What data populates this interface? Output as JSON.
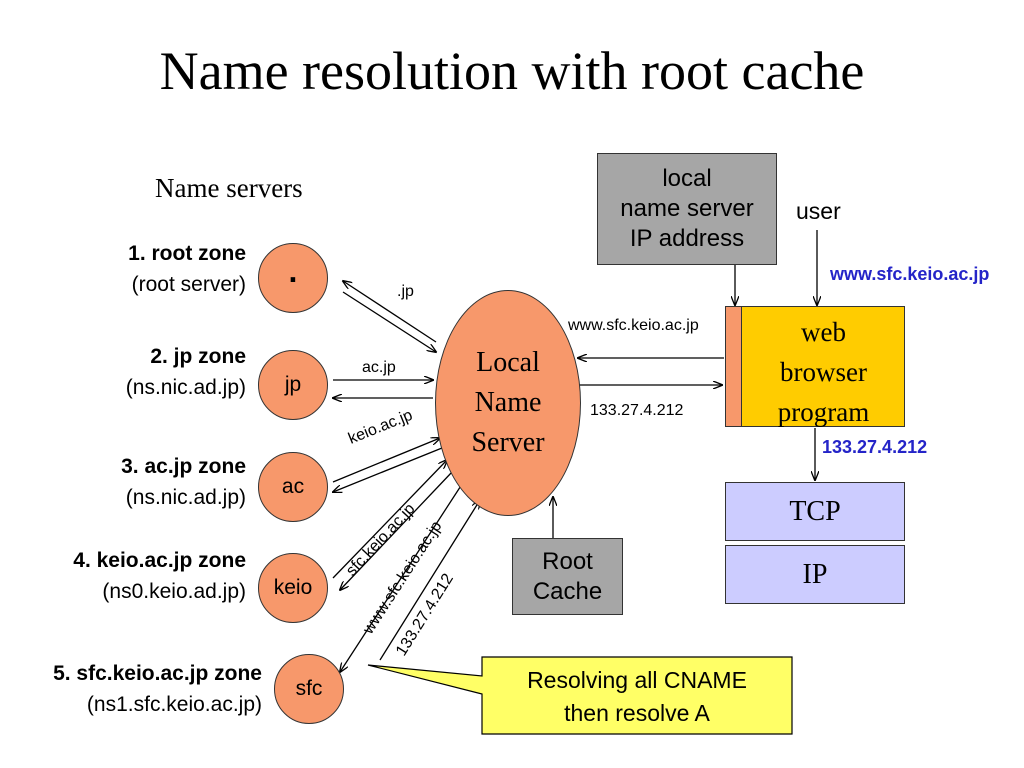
{
  "title": "Name resolution with root cache",
  "name_servers_heading": "Name servers",
  "zones": [
    {
      "title": "1. root zone",
      "server": "(root server)",
      "node": "."
    },
    {
      "title": "2. jp zone",
      "server": "(ns.nic.ad.jp)",
      "node": "jp"
    },
    {
      "title": "3. ac.jp zone",
      "server": "(ns.nic.ad.jp)",
      "node": "ac"
    },
    {
      "title": "4. keio.ac.jp zone",
      "server": "(ns0.keio.ad.jp)",
      "node": "keio"
    },
    {
      "title": "5. sfc.keio.ac.jp zone",
      "server": "(ns1.sfc.keio.ac.jp)",
      "node": "sfc"
    }
  ],
  "local_name_server": {
    "line1": "Local",
    "line2": "Name",
    "line3": "Server"
  },
  "local_ns_box": {
    "line1": "local",
    "line2": "name server",
    "line3": "IP address"
  },
  "root_cache": {
    "line1": "Root",
    "line2": "Cache"
  },
  "user_label": "user",
  "query_url_blue": "www.sfc.keio.ac.jp",
  "answer_ip_blue": "133.27.4.212",
  "browser": {
    "line1": "web",
    "line2": "browser",
    "line3": "program"
  },
  "tcp": "TCP",
  "ip": "IP",
  "arrow_labels": {
    "root": ".jp",
    "jp": "ac.jp",
    "ac": "keio.ac.jp",
    "keio": "sfc.keio.ac.jp",
    "sfc_query": "www.sfc.keio.ac.jp",
    "sfc_answer": "133.27.4.212",
    "browser_query": "www.sfc.keio.ac.jp",
    "browser_answer": "133.27.4.212"
  },
  "callout": {
    "line1": "Resolving all CNAME",
    "line2": "then resolve A"
  },
  "colors": {
    "node_fill": "#f7986b",
    "gray_box": "#a6a6a6",
    "browser_fill": "#ffcc00",
    "stack_fill": "#ccccff",
    "callout_fill": "#ffff66",
    "accent_blue": "#2424c8"
  }
}
